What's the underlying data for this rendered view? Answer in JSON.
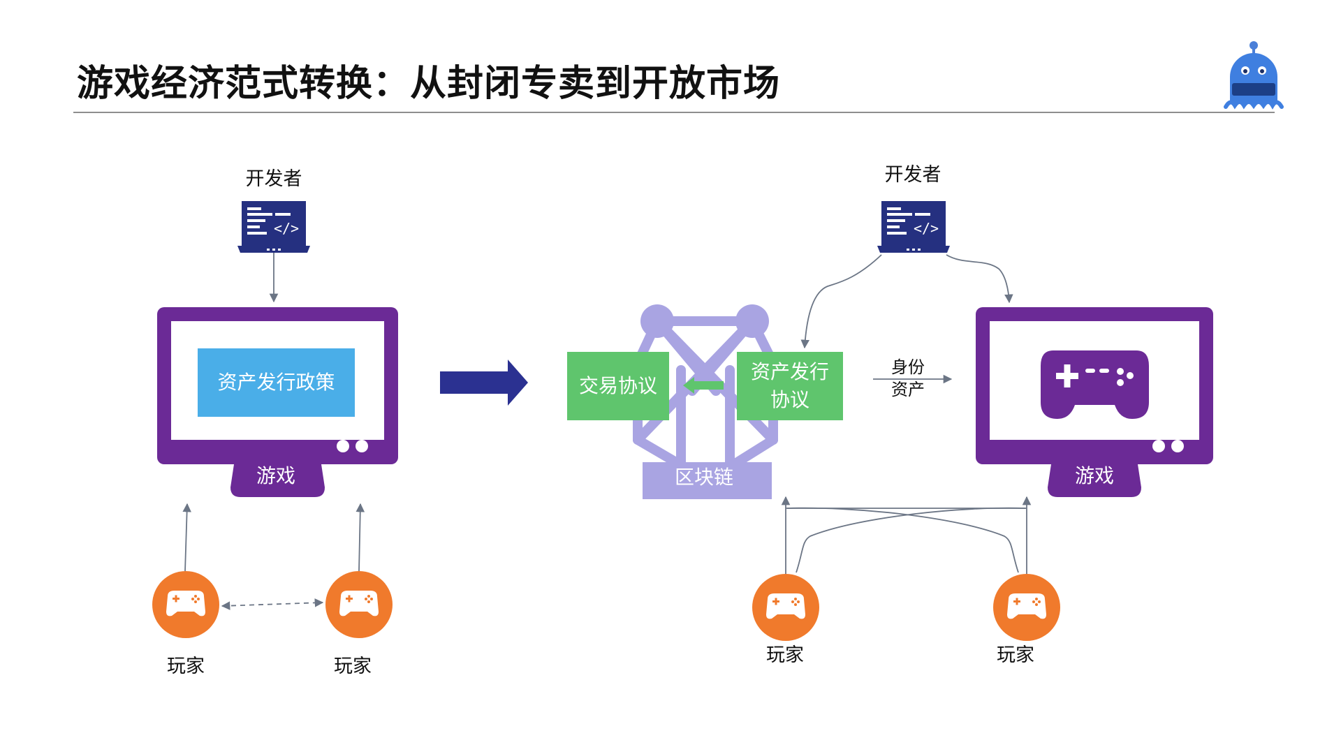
{
  "title": "游戏经济范式转换：从封闭专卖到开放市场",
  "left": {
    "developer_label": "开发者",
    "policy_label": "资产发行政策",
    "game_label": "游戏",
    "player1_label": "玩家",
    "player2_label": "玩家"
  },
  "right": {
    "developer_label": "开发者",
    "trade_protocol": "交易协议",
    "issue_protocol": "资产发行\n协议",
    "blockchain_label": "区块链",
    "identity_label": "身份\n资产",
    "game_label": "游戏",
    "player1_label": "玩家",
    "player2_label": "玩家"
  },
  "colors": {
    "monitor": "#6b2a96",
    "policy_box": "#4aaee8",
    "player": "#f07a2c",
    "protocol_box": "#5fc56d",
    "blockchain": "#a9a4e2",
    "laptop": "#253080",
    "arrow": "#2b3191"
  },
  "icons": {
    "laptop": "code-laptop-icon",
    "gamepad": "gamepad-icon",
    "mascot": "robot-mascot-icon"
  }
}
